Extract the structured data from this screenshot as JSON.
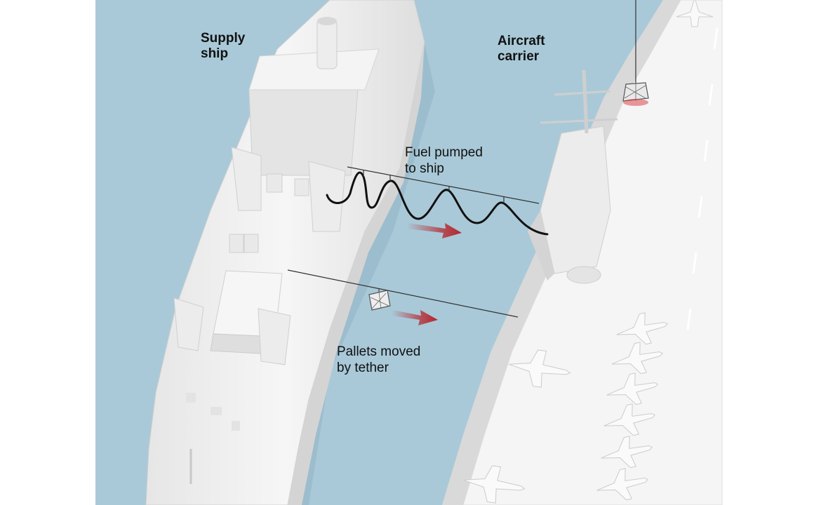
{
  "labels": {
    "supply_ship": [
      "Supply",
      "ship"
    ],
    "aircraft_carrier": [
      "Aircraft",
      "carrier"
    ],
    "fuel": [
      "Fuel pumped",
      "to ship"
    ],
    "pallets": [
      "Pallets moved",
      "by tether"
    ]
  },
  "colors": {
    "water": "#a9c9d8",
    "ship_hull": "#f2f2f2",
    "ship_shadow": "#d9d9d9",
    "deck": "#f7f7f7",
    "arrow_red": "#b5242b",
    "hose": "#111111",
    "cable": "#333333"
  },
  "icons": [
    "supply-ship-illustration",
    "aircraft-carrier-illustration",
    "fuel-hose",
    "cargo-pallet-icon",
    "direction-arrow-icon",
    "fighter-jet-icon"
  ]
}
